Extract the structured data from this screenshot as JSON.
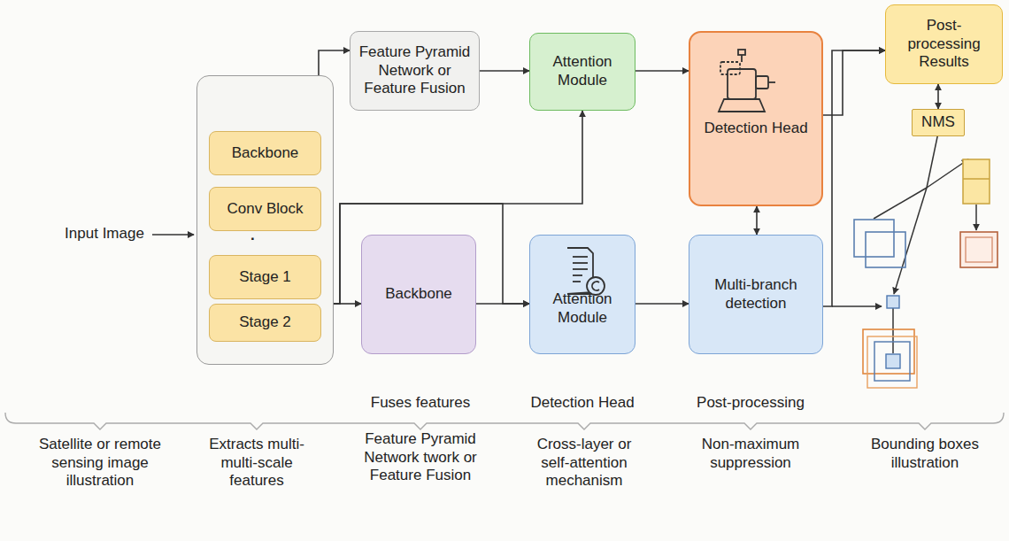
{
  "diagram": {
    "nodes": [
      {
        "text": [
          "·"
        ]
      },
      {
        "text": [
          "Backbone"
        ],
        "in": 0
      },
      {
        "text": [
          "Conv Block"
        ],
        "in": 0
      },
      {
        "text": [
          "Stage 1"
        ],
        "in": 0
      },
      {
        "text": [
          "Stage 2"
        ],
        "in": 0
      },
      {
        "text": [
          "Feature Pyramid Network or Feature Fusion"
        ]
      },
      {
        "text": [
          "Attention Module"
        ]
      },
      {
        "text": [
          "Detection Head"
        ]
      },
      {
        "text": [
          "Post- processing Results"
        ]
      },
      {
        "text": [
          "NMS"
        ]
      },
      {
        "text": [
          "Backbone"
        ]
      },
      {
        "text": [
          "Attention Module"
        ]
      },
      {
        "text": [
          "Multi-branch detection"
        ]
      }
    ],
    "edges": [
      {
        "from": 0,
        "to": 5,
        "arrow": "to"
      },
      {
        "from": 5,
        "to": 6,
        "arrow": "to"
      },
      {
        "from": 6,
        "to": 7,
        "arrow": "to"
      },
      {
        "from": 7,
        "to": 8,
        "arrow": "to"
      },
      {
        "from": 0,
        "to": 10,
        "arrow": "to"
      },
      {
        "from": 10,
        "to": 11,
        "arrow": "to"
      },
      {
        "from": 11,
        "to": 12,
        "arrow": "to"
      },
      {
        "from": 12,
        "to": 8,
        "arrow": "to"
      },
      {
        "from": 7,
        "to": 12,
        "arrow": "both"
      },
      {
        "from": 8,
        "to": 9,
        "arrow": "both"
      },
      {
        "from": 0,
        "to": 6,
        "arrow": "to"
      },
      {
        "from": 0,
        "to": 11,
        "arrow": "to"
      }
    ],
    "labels": [
      "Input Image",
      "Fuses features",
      "Detection Head",
      "Post-processing",
      "Satellite or remote sensing image illustration",
      "Extracts multi- multi-scale features",
      "Feature Pyramid Network twork or Feature Fusion",
      "Cross-layer or self-attention mechanism",
      "Non-maximum suppression",
      "Bounding boxes illustration"
    ]
  }
}
